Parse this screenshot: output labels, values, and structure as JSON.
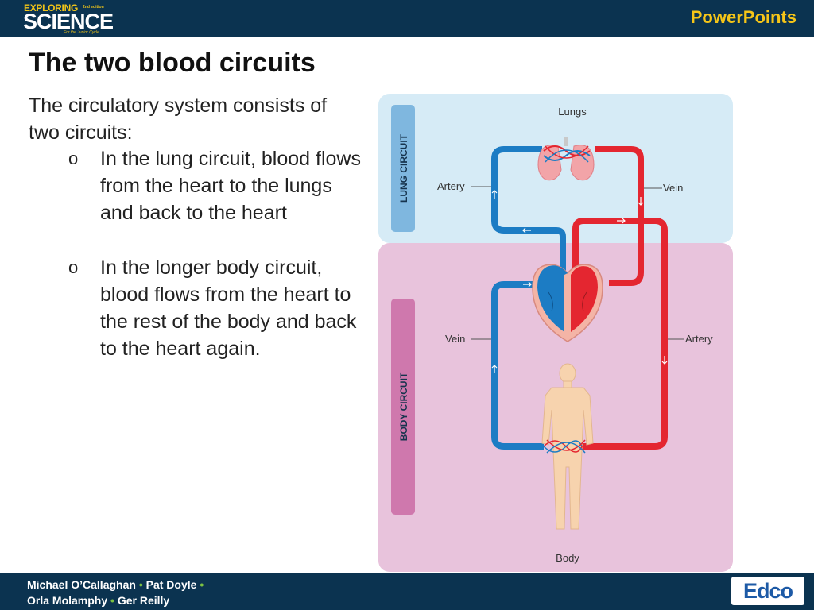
{
  "header": {
    "logo_line1": "EXPLORING",
    "logo_edition": "2nd edition",
    "logo_line2": "SCIENCE",
    "logo_tagline": "For the Junior Cycle",
    "brand": "PowerPoints"
  },
  "slide": {
    "title": "The two blood circuits",
    "intro": "The circulatory system consists of two circuits:",
    "bullet_marker": "o",
    "bullets": [
      "In the lung circuit, blood flows from the heart to the lungs and back to the heart",
      "In the longer body circuit, blood flows from the heart to the rest of the body and back to the heart again."
    ]
  },
  "diagram": {
    "lungs_label": "Lungs",
    "lung_circuit_label": "LUNG CIRCUIT",
    "body_circuit_label": "BODY CIRCUIT",
    "lung_artery_label": "Artery",
    "lung_vein_label": "Vein",
    "body_vein_label": "Vein",
    "body_artery_label": "Artery",
    "body_label": "Body",
    "colors": {
      "lung_panel": "#d6ebf6",
      "body_panel": "#e8c3dc",
      "oxygen_poor": "#1c7cc4",
      "oxygen_rich": "#e42630"
    }
  },
  "footer": {
    "authors_line1_a": "Michael O’Callaghan",
    "authors_line1_b": "Pat Doyle",
    "authors_line2_a": "Orla Molamphy",
    "authors_line2_b": "Ger Reilly",
    "separator": "•",
    "publisher": "Edco"
  }
}
